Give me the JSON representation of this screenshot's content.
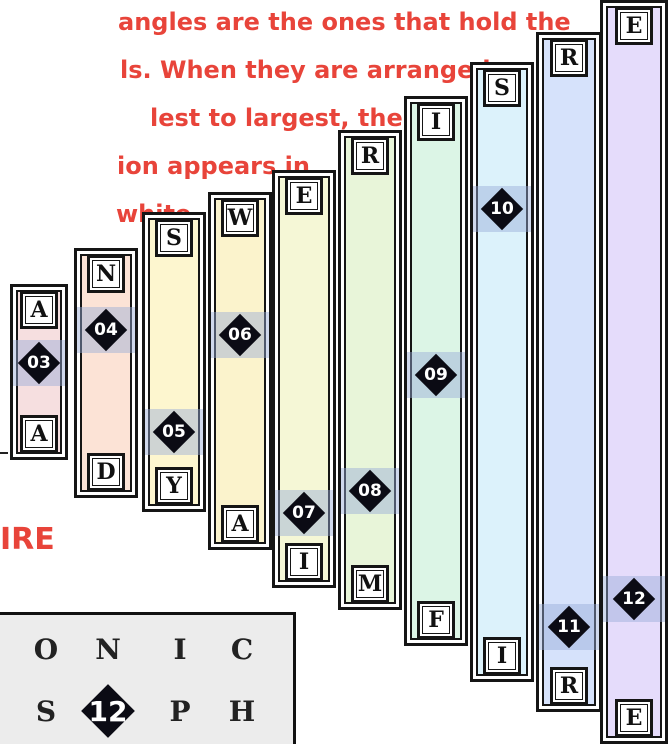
{
  "instructions": [
    "angles are the ones that hold the",
    "ls. When they are arranged",
    "lest to largest, the",
    "ion appears in",
    "white"
  ],
  "bars": [
    {
      "top": "A",
      "bottom": "A",
      "number": "03",
      "color": "#f6dfe0"
    },
    {
      "top": "N",
      "bottom": "D",
      "number": "04",
      "color": "#fce3d6"
    },
    {
      "top": "S",
      "bottom": "Y",
      "number": "05",
      "color": "#fdf6cf"
    },
    {
      "top": "W",
      "bottom": "A",
      "number": "06",
      "color": "#fbf3cc"
    },
    {
      "top": "E",
      "bottom": "I",
      "number": "07",
      "color": "#f5f7d6"
    },
    {
      "top": "R",
      "bottom": "M",
      "number": "08",
      "color": "#e8f5d9"
    },
    {
      "top": "I",
      "bottom": "F",
      "number": "09",
      "color": "#dcf5e6"
    },
    {
      "top": "S",
      "bottom": "I",
      "number": "10",
      "color": "#dcf2fb"
    },
    {
      "top": "R",
      "bottom": "R",
      "number": "11",
      "color": "#d6e2fb"
    },
    {
      "top": "E",
      "bottom": "E",
      "number": "12",
      "color": "#e5dcfb"
    }
  ],
  "title_fragment": "IRE",
  "grid": {
    "rows": [
      [
        "O",
        "N",
        "I",
        "C"
      ],
      [
        "S",
        "12",
        "P",
        "H"
      ]
    ]
  }
}
